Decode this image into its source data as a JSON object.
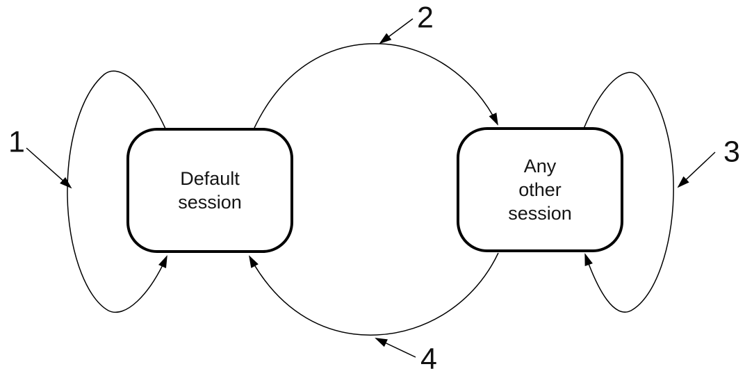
{
  "figure": {
    "type": "state-diagram",
    "background_color": "#ffffff",
    "stroke_color": "#000000",
    "text_color": "#141414",
    "states": [
      {
        "name": "default-session",
        "lines": [
          "Default",
          "session"
        ]
      },
      {
        "name": "any-other-session",
        "lines": [
          "Any",
          "other",
          "session"
        ]
      }
    ],
    "transitions": [
      {
        "label": "1",
        "from": "default-session",
        "to": "default-session",
        "kind": "self-loop-left"
      },
      {
        "label": "2",
        "from": "default-session",
        "to": "any-other-session",
        "kind": "top-arc"
      },
      {
        "label": "3",
        "from": "any-other-session",
        "to": "any-other-session",
        "kind": "self-loop-right"
      },
      {
        "label": "4",
        "from": "any-other-session",
        "to": "default-session",
        "kind": "bottom-arc"
      }
    ]
  }
}
